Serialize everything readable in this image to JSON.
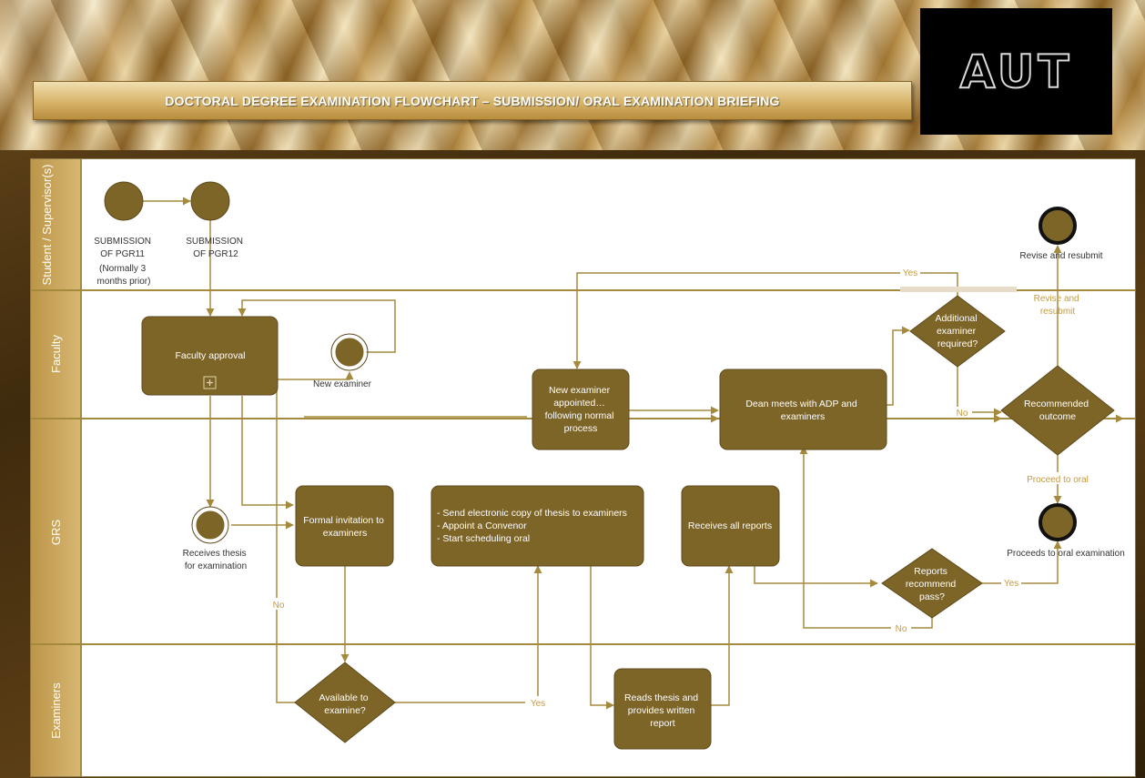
{
  "title": "DOCTORAL DEGREE EXAMINATION FLOWCHART – SUBMISSION/ ORAL EXAMINATION BRIEFING",
  "logo": "AUT",
  "colors": {
    "shape_fill": "#7d6427",
    "accent": "#c89a3c",
    "lane_header": "#c8a45a",
    "line": "#a58a3e"
  },
  "lanes": [
    "Student / Supervisor(s)",
    "Faculty",
    "GRS",
    "Examiners"
  ],
  "events": {
    "pgr11": [
      "SUBMISSION",
      "OF PGR11",
      "(Normally 3",
      "months prior)"
    ],
    "pgr12": [
      "SUBMISSION",
      "OF PGR12"
    ],
    "new_examiner": "New examiner",
    "receives_thesis": [
      "Receives thesis",
      "for examination"
    ],
    "revise_resubmit": "Revise and resubmit",
    "proceeds_oral": "Proceeds to oral examination"
  },
  "tasks": {
    "faculty_approval": "Faculty approval",
    "formal_invitation": [
      "Formal invitation to",
      "examiners"
    ],
    "send_copy": [
      "- Send electronic copy of thesis to examiners",
      "- Appoint a Convenor",
      "- Start scheduling oral"
    ],
    "receives_reports": "Receives all reports",
    "new_examiner_appointed": [
      "New examiner",
      "appointed…",
      "following normal",
      "process"
    ],
    "dean_meets": [
      "Dean meets with ADP and",
      "examiners"
    ],
    "reads_thesis": [
      "Reads thesis and",
      "provides written",
      "report"
    ]
  },
  "gateways": {
    "additional_examiner": [
      "Additional",
      "examiner",
      "required?"
    ],
    "recommended_outcome": [
      "Recommended",
      "outcome"
    ],
    "reports_recommend": [
      "Reports",
      "recommend",
      "pass?"
    ],
    "available": [
      "Available to",
      "examine?"
    ]
  },
  "edge_labels": {
    "yes_top": "Yes",
    "revise_resubmit": [
      "Revise and",
      "resubmit"
    ],
    "no_additional": "No",
    "proceed_oral": "Proceed to oral",
    "yes_reports": "Yes",
    "no_reports": "No",
    "no_available": "No",
    "yes_available": "Yes"
  }
}
